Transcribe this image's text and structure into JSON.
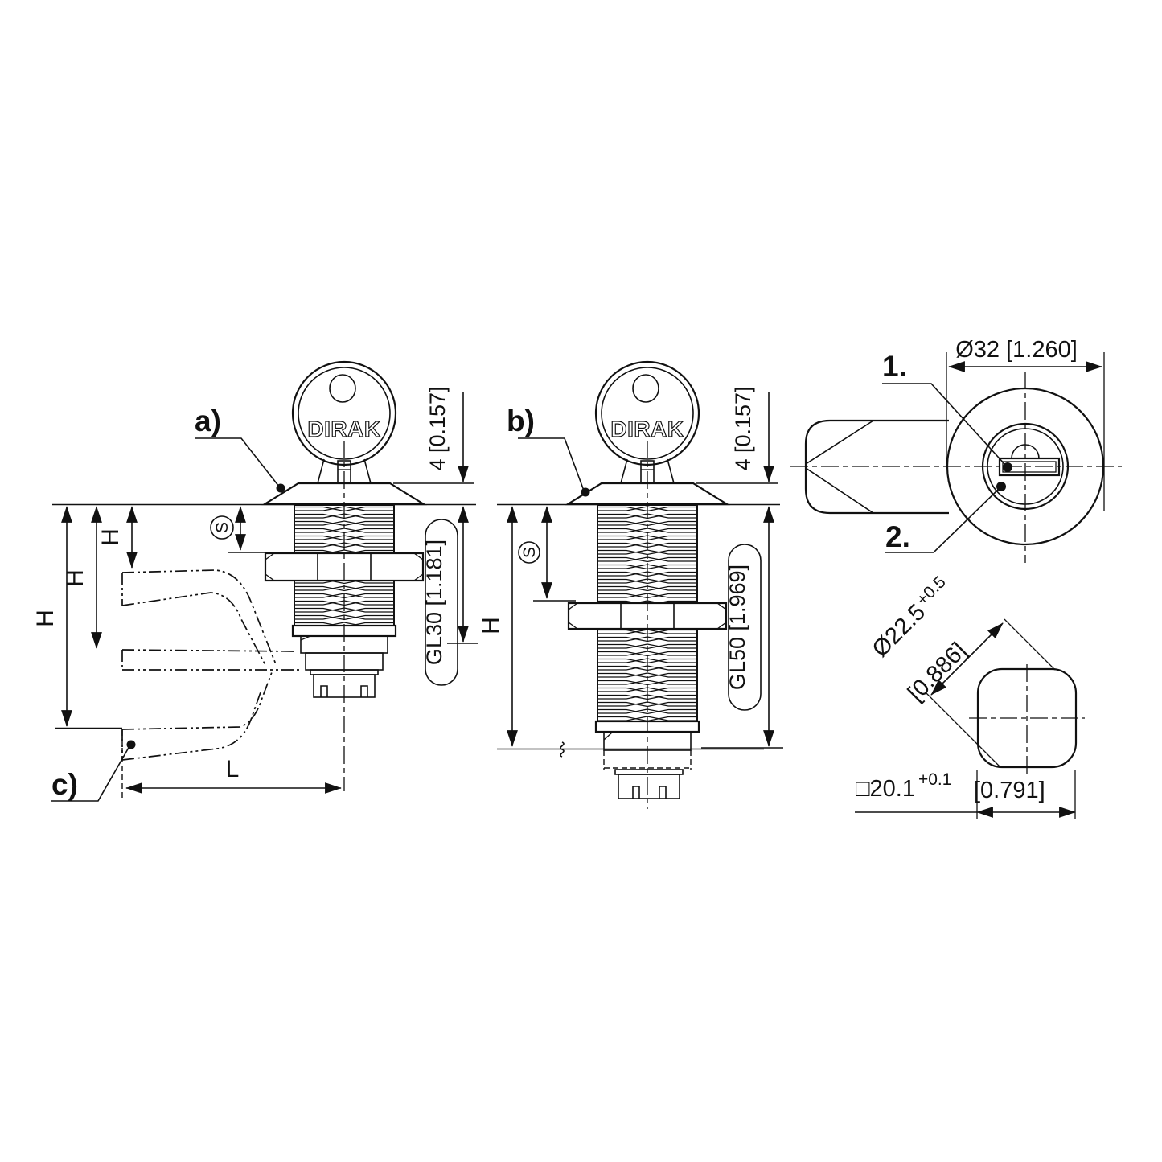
{
  "page": {
    "background": "#ffffff",
    "ink": "#111111"
  },
  "brand": {
    "key_engraving": "DIRAK"
  },
  "views": {
    "side_a": {
      "label": "a)",
      "cam_label": "c)",
      "head_height": "4 [0.157]",
      "thread_length": "GL30 [1.181]",
      "grip": "S",
      "h1": "H",
      "h2": "H",
      "h3": "H",
      "cam_projection": "L"
    },
    "side_b": {
      "label": "b)",
      "head_height": "4 [0.157]",
      "thread_length": "GL50 [1.969]",
      "grip": "S",
      "height": "H"
    },
    "front": {
      "callout_key": "1.",
      "callout_cylinder": "2.",
      "outer_diameter": "Ø32 [1.260]"
    },
    "cutout": {
      "corner_diameter": "Ø22.5",
      "corner_tolerance": "+0.5",
      "corner_inch": "[0.886]",
      "square_size": "□20.1",
      "square_tolerance": "+0.1",
      "square_inch": "[0.791]"
    }
  }
}
